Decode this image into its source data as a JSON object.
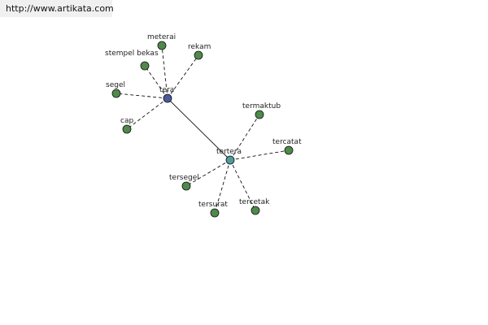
{
  "header": {
    "site_url": "http://www.artikata.com"
  },
  "graph": {
    "colors": {
      "main_node": "#4b5a9a",
      "second_node": "#4e9b9c",
      "leaf_node": "#4f8a4a"
    },
    "nodes": [
      {
        "id": "tera",
        "label": "tera",
        "kind": "main"
      },
      {
        "id": "tertera",
        "label": "tertera",
        "kind": "second"
      },
      {
        "id": "meterai",
        "label": "meterai",
        "kind": "leaf"
      },
      {
        "id": "rekam",
        "label": "rekam",
        "kind": "leaf"
      },
      {
        "id": "stempel-bekas",
        "label": "stempel bekas",
        "kind": "leaf"
      },
      {
        "id": "segel",
        "label": "segel",
        "kind": "leaf"
      },
      {
        "id": "cap",
        "label": "cap",
        "kind": "leaf"
      },
      {
        "id": "termaktub",
        "label": "termaktub",
        "kind": "leaf"
      },
      {
        "id": "tercatat",
        "label": "tercatat",
        "kind": "leaf"
      },
      {
        "id": "tersegel",
        "label": "tersegel",
        "kind": "leaf"
      },
      {
        "id": "tersurat",
        "label": "tersurat",
        "kind": "leaf"
      },
      {
        "id": "tercetak",
        "label": "tercetak",
        "kind": "leaf"
      }
    ],
    "edges": [
      {
        "from": "tera",
        "to": "tertera",
        "style": "solid"
      },
      {
        "from": "tera",
        "to": "meterai",
        "style": "dashed"
      },
      {
        "from": "tera",
        "to": "rekam",
        "style": "dashed"
      },
      {
        "from": "tera",
        "to": "stempel-bekas",
        "style": "dashed"
      },
      {
        "from": "tera",
        "to": "segel",
        "style": "dashed"
      },
      {
        "from": "tera",
        "to": "cap",
        "style": "dashed"
      },
      {
        "from": "tertera",
        "to": "termaktub",
        "style": "dashed"
      },
      {
        "from": "tertera",
        "to": "tercatat",
        "style": "dashed"
      },
      {
        "from": "tertera",
        "to": "tersegel",
        "style": "dashed"
      },
      {
        "from": "tertera",
        "to": "tersurat",
        "style": "dashed"
      },
      {
        "from": "tertera",
        "to": "tercetak",
        "style": "dashed"
      }
    ]
  }
}
